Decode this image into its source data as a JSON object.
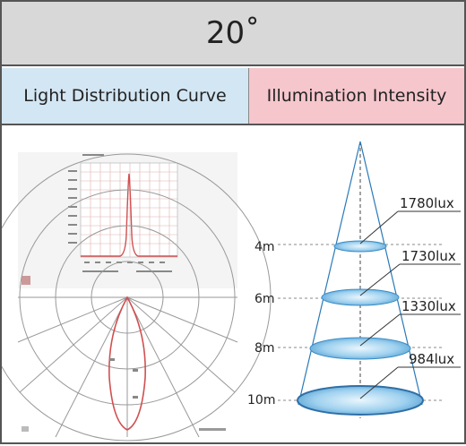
{
  "beam_angle": "20˚",
  "columns": {
    "left": "Light Distribution Curve",
    "right": "Illumination Intensity"
  },
  "distances": [
    "4m",
    "6m",
    "8m",
    "10m"
  ],
  "illuminance": [
    "1780lux",
    "1730lux",
    "1330lux",
    "984lux"
  ]
}
